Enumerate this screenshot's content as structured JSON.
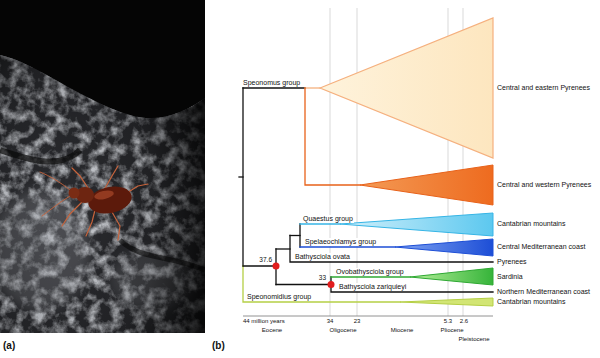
{
  "diagram": {
    "labels": [
      "(a)",
      "(b)",
      "Speonomus group",
      "Central and eastern Pyrenees",
      "Central and western Pyrenees",
      "Quaestus group",
      "Cantabrian mountains",
      "Spelaeochlamys group",
      "Central Mediterranean coast",
      "Bathysciola ovata",
      "Pyrenees",
      "37.6",
      "33",
      "Ovobathysciola group",
      "Sardinia",
      "Bathysciola zariquieyi",
      "Northern Mediterranean coast",
      "Speonomidius group",
      "Cantabrian mountains",
      "44 million years",
      "34",
      "23",
      "5.3",
      "2.6",
      "Eocene",
      "Oligocene",
      "Miocene",
      "Pliocene",
      "Pleistocene"
    ]
  }
}
